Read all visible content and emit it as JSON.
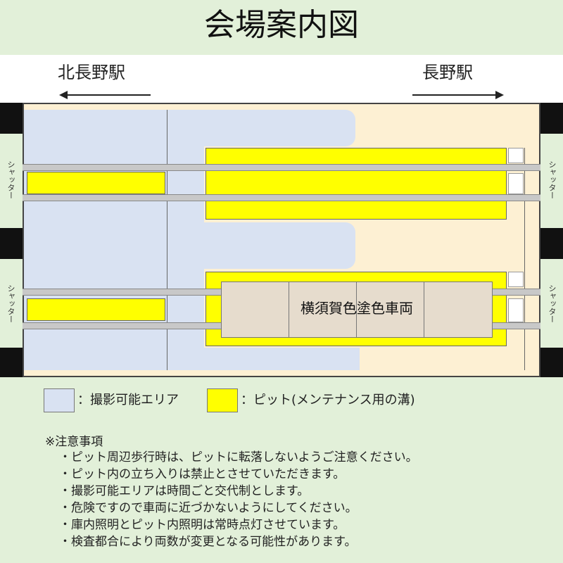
{
  "title": "会場案内図",
  "stations": {
    "left": {
      "name": "北長野駅"
    },
    "right": {
      "name": "長野駅"
    }
  },
  "shutter_label": "シャッター",
  "train_label": "横須賀色塗色車両",
  "legend": {
    "photo_area": {
      "label": "：撮影可能エリア",
      "color": "#d9e2f2"
    },
    "pit": {
      "label": "：ピット(メンテナンス用の溝)",
      "color": "#ffff00"
    }
  },
  "notes": {
    "heading": "※注意事項",
    "items": [
      "・ピット周辺歩行時は、ピットに転落しないようご注意ください。",
      "・ピット内の立ち入りは禁止とさせていただきます。",
      "・撮影可能エリアは時間ごと交代制とします。",
      "・危険ですので車両に近づかないようにしてください。",
      "・庫内照明とピット内照明は常時点灯させています。",
      "・検査都合により両数が変更となる可能性があります。"
    ]
  },
  "colors": {
    "background": "#e2f0d9",
    "depot_floor": "#fdf0d3",
    "pit": "#ffff00",
    "photo_area": "#d9e2f2"
  }
}
